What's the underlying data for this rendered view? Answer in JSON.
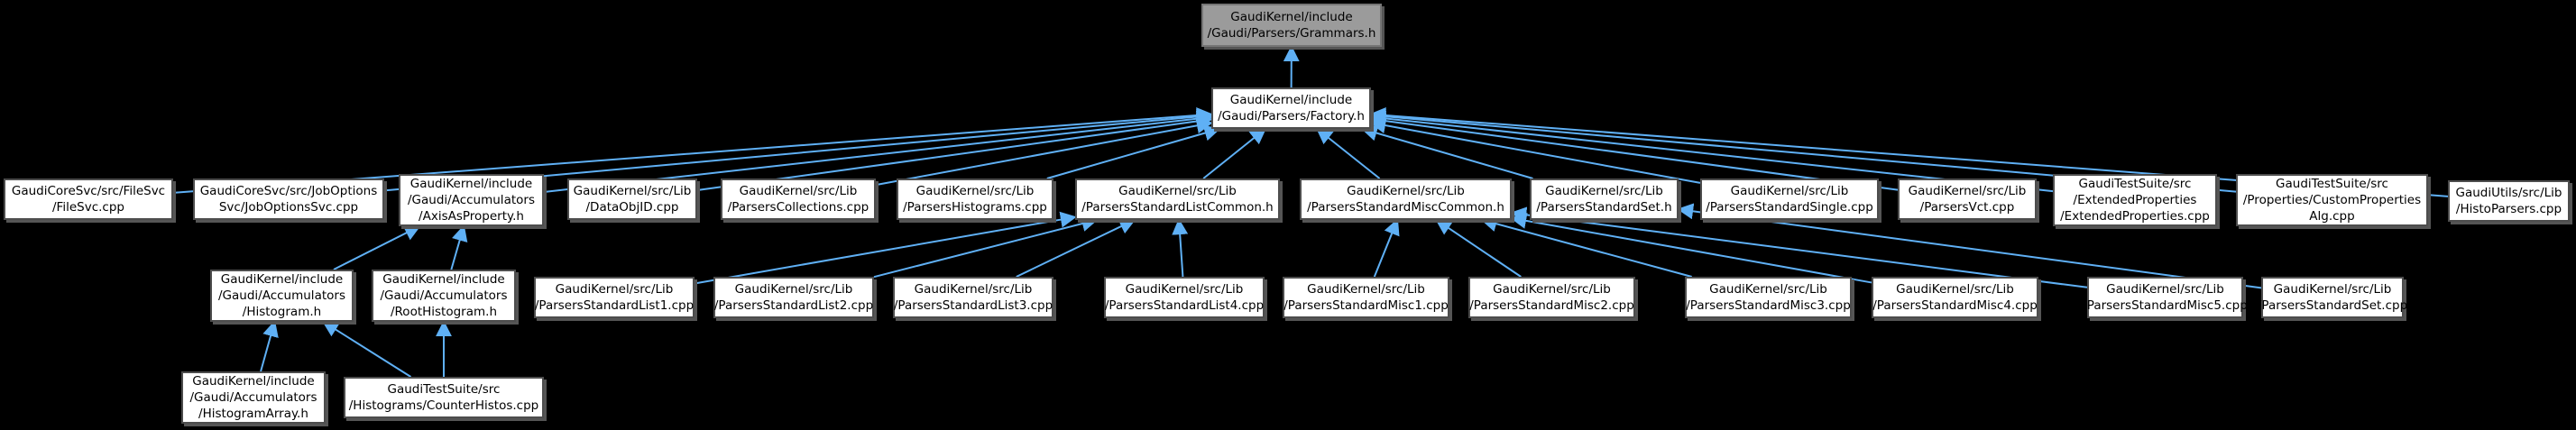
{
  "diagram": {
    "type": "include-dependency-graph",
    "colors": {
      "background": "#000000",
      "edge": "#5fb0f5",
      "node_fill": "#ffffff",
      "node_border": "#4d4d4d",
      "root_node_fill": "#9b9b9b",
      "text": "#000000"
    },
    "nodes": [
      {
        "id": "grammars",
        "label": "GaudiKernel/include\n/Gaudi/Parsers/Grammars.h"
      },
      {
        "id": "factory",
        "label": "GaudiKernel/include\n/Gaudi/Parsers/Factory.h"
      },
      {
        "id": "filesvc",
        "label": "GaudiCoreSvc/src/FileSvc\n/FileSvc.cpp"
      },
      {
        "id": "joboptionssvc",
        "label": "GaudiCoreSvc/src/JobOptions\nSvc/JobOptionsSvc.cpp"
      },
      {
        "id": "axisasproperty",
        "label": "GaudiKernel/include\n/Gaudi/Accumulators\n/AxisAsProperty.h"
      },
      {
        "id": "dataobjid",
        "label": "GaudiKernel/src/Lib\n/DataObjID.cpp"
      },
      {
        "id": "parserscollections",
        "label": "GaudiKernel/src/Lib\n/ParsersCollections.cpp"
      },
      {
        "id": "parsershistograms",
        "label": "GaudiKernel/src/Lib\n/ParsersHistograms.cpp"
      },
      {
        "id": "listcommon",
        "label": "GaudiKernel/src/Lib\n/ParsersStandardListCommon.h"
      },
      {
        "id": "misccommon",
        "label": "GaudiKernel/src/Lib\n/ParsersStandardMiscCommon.h"
      },
      {
        "id": "seth",
        "label": "GaudiKernel/src/Lib\n/ParsersStandardSet.h"
      },
      {
        "id": "single",
        "label": "GaudiKernel/src/Lib\n/ParsersStandardSingle.cpp"
      },
      {
        "id": "vct",
        "label": "GaudiKernel/src/Lib\n/ParsersVct.cpp"
      },
      {
        "id": "extendedproperties",
        "label": "GaudiTestSuite/src\n/ExtendedProperties\n/ExtendedProperties.cpp"
      },
      {
        "id": "customproperties",
        "label": "GaudiTestSuite/src\n/Properties/CustomProperties\nAlg.cpp"
      },
      {
        "id": "histoparsers",
        "label": "GaudiUtils/src/Lib\n/HistoParsers.cpp"
      },
      {
        "id": "histogram",
        "label": "GaudiKernel/include\n/Gaudi/Accumulators\n/Histogram.h"
      },
      {
        "id": "roothistogram",
        "label": "GaudiKernel/include\n/Gaudi/Accumulators\n/RootHistogram.h"
      },
      {
        "id": "list1",
        "label": "GaudiKernel/src/Lib\n/ParsersStandardList1.cpp"
      },
      {
        "id": "list2",
        "label": "GaudiKernel/src/Lib\n/ParsersStandardList2.cpp"
      },
      {
        "id": "list3",
        "label": "GaudiKernel/src/Lib\n/ParsersStandardList3.cpp"
      },
      {
        "id": "list4",
        "label": "GaudiKernel/src/Lib\n/ParsersStandardList4.cpp"
      },
      {
        "id": "misc1",
        "label": "GaudiKernel/src/Lib\n/ParsersStandardMisc1.cpp"
      },
      {
        "id": "misc2",
        "label": "GaudiKernel/src/Lib\n/ParsersStandardMisc2.cpp"
      },
      {
        "id": "misc3",
        "label": "GaudiKernel/src/Lib\n/ParsersStandardMisc3.cpp"
      },
      {
        "id": "misc4",
        "label": "GaudiKernel/src/Lib\n/ParsersStandardMisc4.cpp"
      },
      {
        "id": "misc5",
        "label": "GaudiKernel/src/Lib\n/ParsersStandardMisc5.cpp"
      },
      {
        "id": "setcpp",
        "label": "GaudiKernel/src/Lib\n/ParsersStandardSet.cpp"
      },
      {
        "id": "histogramarray",
        "label": "GaudiKernel/include\n/Gaudi/Accumulators\n/HistogramArray.h"
      },
      {
        "id": "counterhistos",
        "label": "GaudiTestSuite/src\n/Histograms/CounterHistos.cpp"
      }
    ],
    "edges": [
      {
        "from": "factory",
        "to": "grammars"
      },
      {
        "from": "filesvc",
        "to": "factory"
      },
      {
        "from": "joboptionssvc",
        "to": "factory"
      },
      {
        "from": "axisasproperty",
        "to": "factory"
      },
      {
        "from": "dataobjid",
        "to": "factory"
      },
      {
        "from": "parserscollections",
        "to": "factory"
      },
      {
        "from": "parsershistograms",
        "to": "factory"
      },
      {
        "from": "listcommon",
        "to": "factory"
      },
      {
        "from": "misccommon",
        "to": "factory"
      },
      {
        "from": "seth",
        "to": "factory"
      },
      {
        "from": "single",
        "to": "factory"
      },
      {
        "from": "vct",
        "to": "factory"
      },
      {
        "from": "extendedproperties",
        "to": "factory"
      },
      {
        "from": "customproperties",
        "to": "factory"
      },
      {
        "from": "histoparsers",
        "to": "factory"
      },
      {
        "from": "histogram",
        "to": "axisasproperty"
      },
      {
        "from": "roothistogram",
        "to": "axisasproperty"
      },
      {
        "from": "histogramarray",
        "to": "histogram"
      },
      {
        "from": "counterhistos",
        "to": "histogram"
      },
      {
        "from": "counterhistos",
        "to": "roothistogram"
      },
      {
        "from": "list1",
        "to": "listcommon"
      },
      {
        "from": "list2",
        "to": "listcommon"
      },
      {
        "from": "list3",
        "to": "listcommon"
      },
      {
        "from": "list4",
        "to": "listcommon"
      },
      {
        "from": "misc1",
        "to": "misccommon"
      },
      {
        "from": "misc2",
        "to": "misccommon"
      },
      {
        "from": "misc3",
        "to": "misccommon"
      },
      {
        "from": "misc4",
        "to": "misccommon"
      },
      {
        "from": "misc5",
        "to": "misccommon"
      },
      {
        "from": "setcpp",
        "to": "seth"
      }
    ]
  }
}
